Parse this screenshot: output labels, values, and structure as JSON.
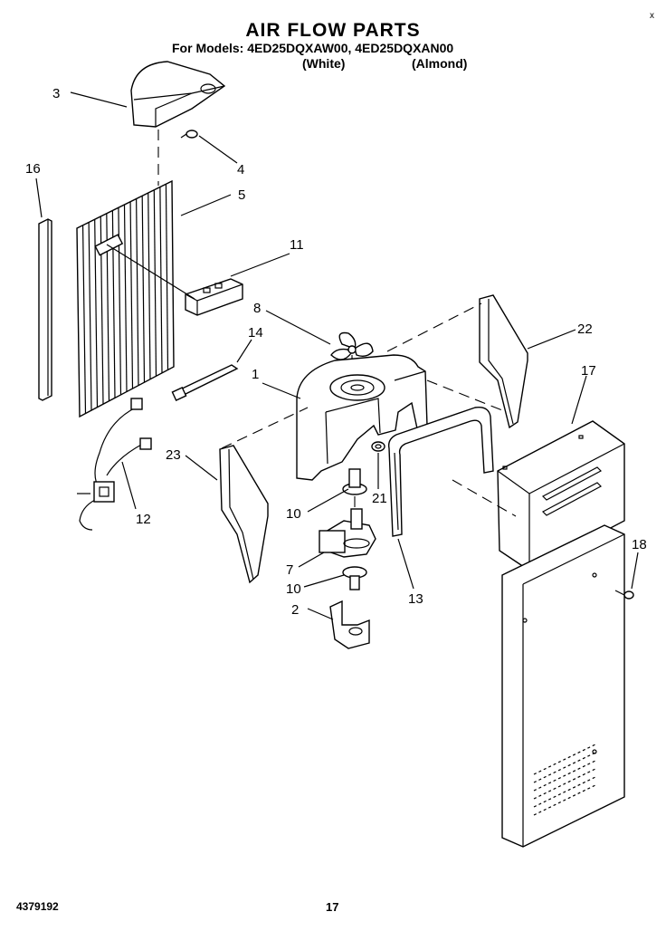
{
  "header": {
    "title": "AIR FLOW PARTS",
    "models_line": "For Models: 4ED25DQXAW00, 4ED25DQXAN00",
    "variant_white": "(White)",
    "variant_almond": "(Almond)"
  },
  "callouts": {
    "c1": "1",
    "c2": "2",
    "c3": "3",
    "c4": "4",
    "c5": "5",
    "c7": "7",
    "c8": "8",
    "c10a": "10",
    "c10b": "10",
    "c11": "11",
    "c12": "12",
    "c13": "13",
    "c14": "14",
    "c16": "16",
    "c17": "17",
    "c18": "18",
    "c21": "21",
    "c22": "22",
    "c23": "23"
  },
  "footer": {
    "doc_number": "4379192",
    "page_number": "17",
    "corner_mark": "x"
  }
}
